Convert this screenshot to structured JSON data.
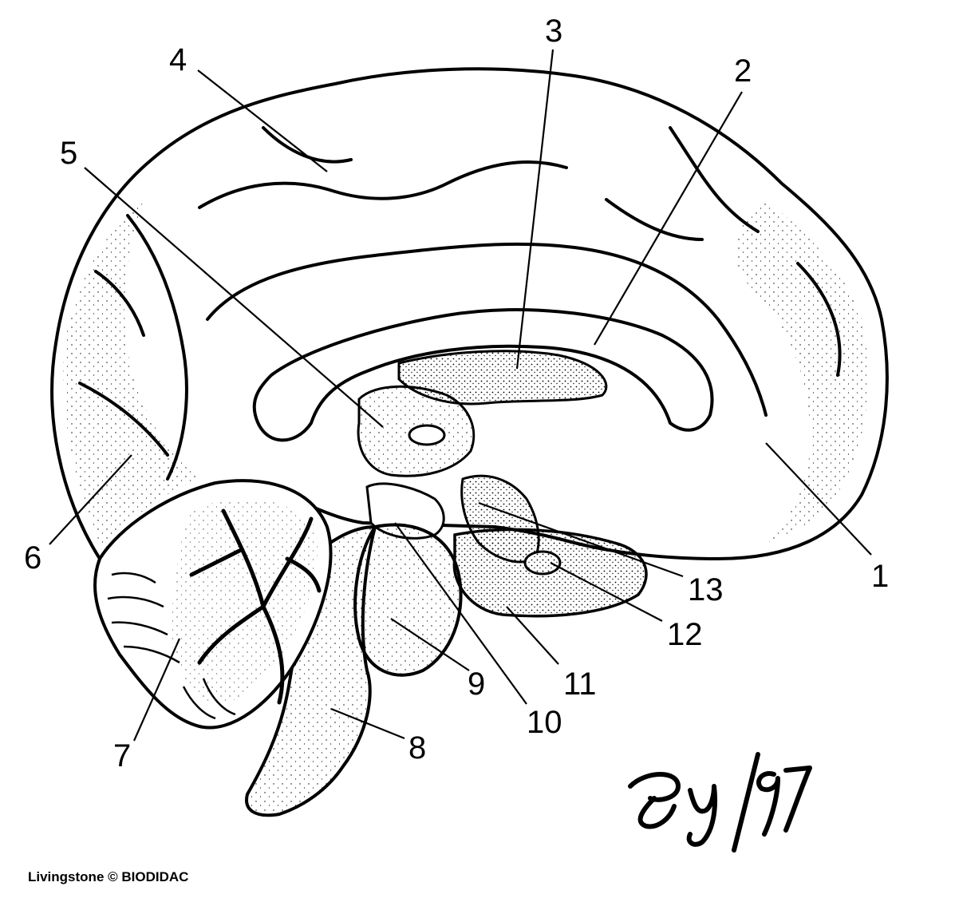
{
  "diagram": {
    "subject": "brain-midsagittal-section",
    "callouts": [
      "1",
      "2",
      "3",
      "4",
      "5",
      "6",
      "7",
      "8",
      "9",
      "10",
      "11",
      "12",
      "13"
    ]
  },
  "signature": {
    "text": "Gy/97"
  },
  "credit": {
    "author": "Livingstone",
    "copyright_symbol": "©",
    "organization": "BIODIDAC"
  },
  "colors": {
    "ink": "#000000",
    "paper": "#ffffff"
  }
}
